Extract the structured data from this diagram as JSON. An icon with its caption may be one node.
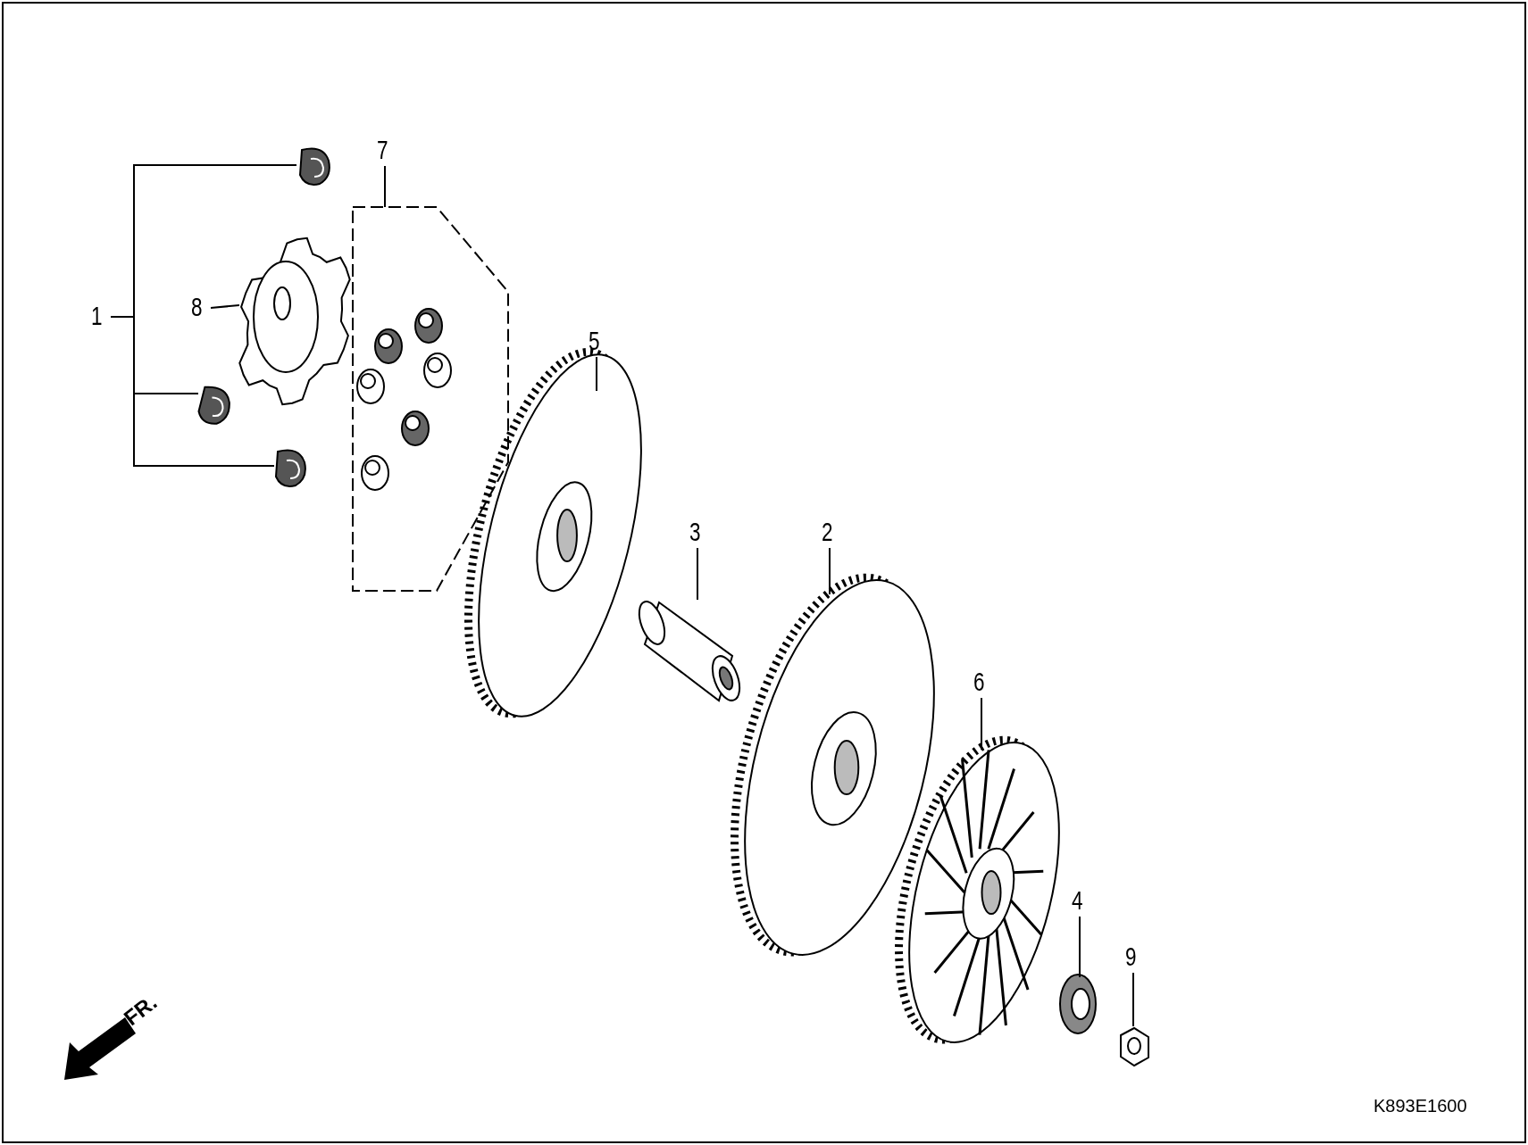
{
  "diagram": {
    "nodes": [
      {
        "text": [
          "1"
        ]
      },
      {
        "text": [
          "7"
        ]
      },
      {
        "text": [
          "8"
        ]
      },
      {
        "text": [
          "5"
        ]
      },
      {
        "text": [
          "3"
        ]
      },
      {
        "text": [
          "2"
        ]
      },
      {
        "text": [
          "6"
        ]
      },
      {
        "text": [
          "4"
        ]
      },
      {
        "text": [
          "9"
        ]
      },
      {
        "text": [],
        "shape": "picture"
      },
      {
        "text": [],
        "shape": "picture"
      },
      {
        "text": [],
        "shape": "picture"
      },
      {
        "text": [],
        "shape": "picture"
      },
      {
        "text": [],
        "shape": "picture"
      },
      {
        "text": [],
        "shape": "picture"
      },
      {
        "text": [],
        "shape": "picture"
      },
      {
        "text": [],
        "shape": "picture"
      },
      {
        "text": [],
        "shape": "picture"
      },
      {
        "text": [],
        "shape": "picture"
      },
      {
        "text": [],
        "shape": "picture"
      }
    ],
    "edges": [
      {
        "from": 0,
        "to": 9,
        "arrow": "none"
      },
      {
        "from": 0,
        "to": 11,
        "arrow": "none"
      },
      {
        "from": 0,
        "to": 10,
        "arrow": "none"
      },
      {
        "from": 1,
        "to": 13,
        "arrow": "none"
      },
      {
        "from": 2,
        "to": 12,
        "arrow": "none"
      },
      {
        "from": 3,
        "to": 14,
        "arrow": "none"
      },
      {
        "from": 4,
        "to": 15,
        "arrow": "none"
      },
      {
        "from": 5,
        "to": 16,
        "arrow": "none"
      },
      {
        "from": 6,
        "to": 17,
        "arrow": "none"
      },
      {
        "from": 7,
        "to": 18,
        "arrow": "none"
      },
      {
        "from": 8,
        "to": 19,
        "arrow": "none"
      }
    ],
    "labels": [
      "FR.",
      "K893E1600"
    ]
  }
}
